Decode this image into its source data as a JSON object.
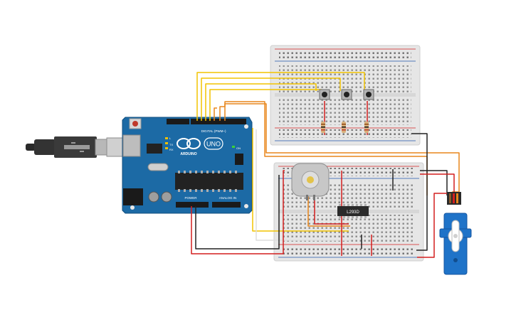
{
  "arduino": {
    "brand_label": "ARDUINO",
    "model_label": "UNO",
    "digital_label": "DIGITAL (PWM~)",
    "power_label": "POWER",
    "analog_label": "ANALOG IN",
    "tx_label": "TX",
    "rx_label": "RX",
    "on_label": "ON",
    "l_label": "L"
  },
  "chip": {
    "label": "L293D"
  },
  "colors": {
    "board": "#1c6aa5",
    "breadboard": "#e8e8e8",
    "wire_yellow": "#f2c400",
    "wire_orange": "#e8861c",
    "wire_red": "#d31f1f",
    "wire_black": "#222222",
    "wire_white": "#dddddd",
    "servo": "#1f73c8",
    "motor_body": "#c7c7c7"
  },
  "icons": [
    "usb-cable-icon",
    "button-icon",
    "resistor-icon",
    "dc-motor-icon",
    "servo-icon"
  ]
}
